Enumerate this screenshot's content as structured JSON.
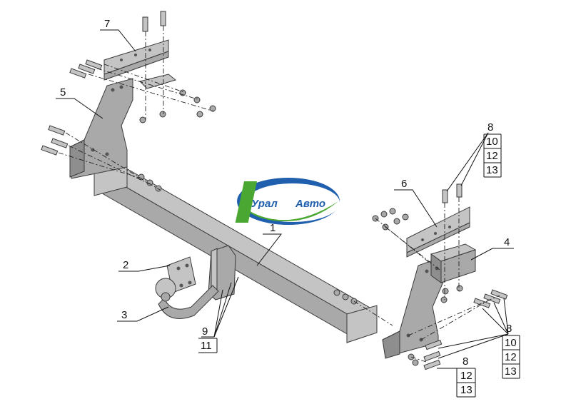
{
  "callouts": {
    "c1": "1",
    "c2": "2",
    "c3": "3",
    "c4": "4",
    "c5": "5",
    "c6": "6",
    "c7": "7",
    "top_right": [
      "8",
      "10",
      "12",
      "13"
    ],
    "mid_right": [
      "8",
      "10",
      "12",
      "13"
    ],
    "bottom_right": [
      "8",
      "12",
      "13"
    ],
    "bottom_center": [
      "9",
      "11"
    ]
  },
  "logo": {
    "text_left": "Урал",
    "text_right": "Авто",
    "colors": {
      "blue": "#1f5fae",
      "green": "#4aa832",
      "white": "#ffffff"
    }
  },
  "colors": {
    "part": "#a9a9a9",
    "outline": "#3a3a3a",
    "text": "#111111"
  }
}
